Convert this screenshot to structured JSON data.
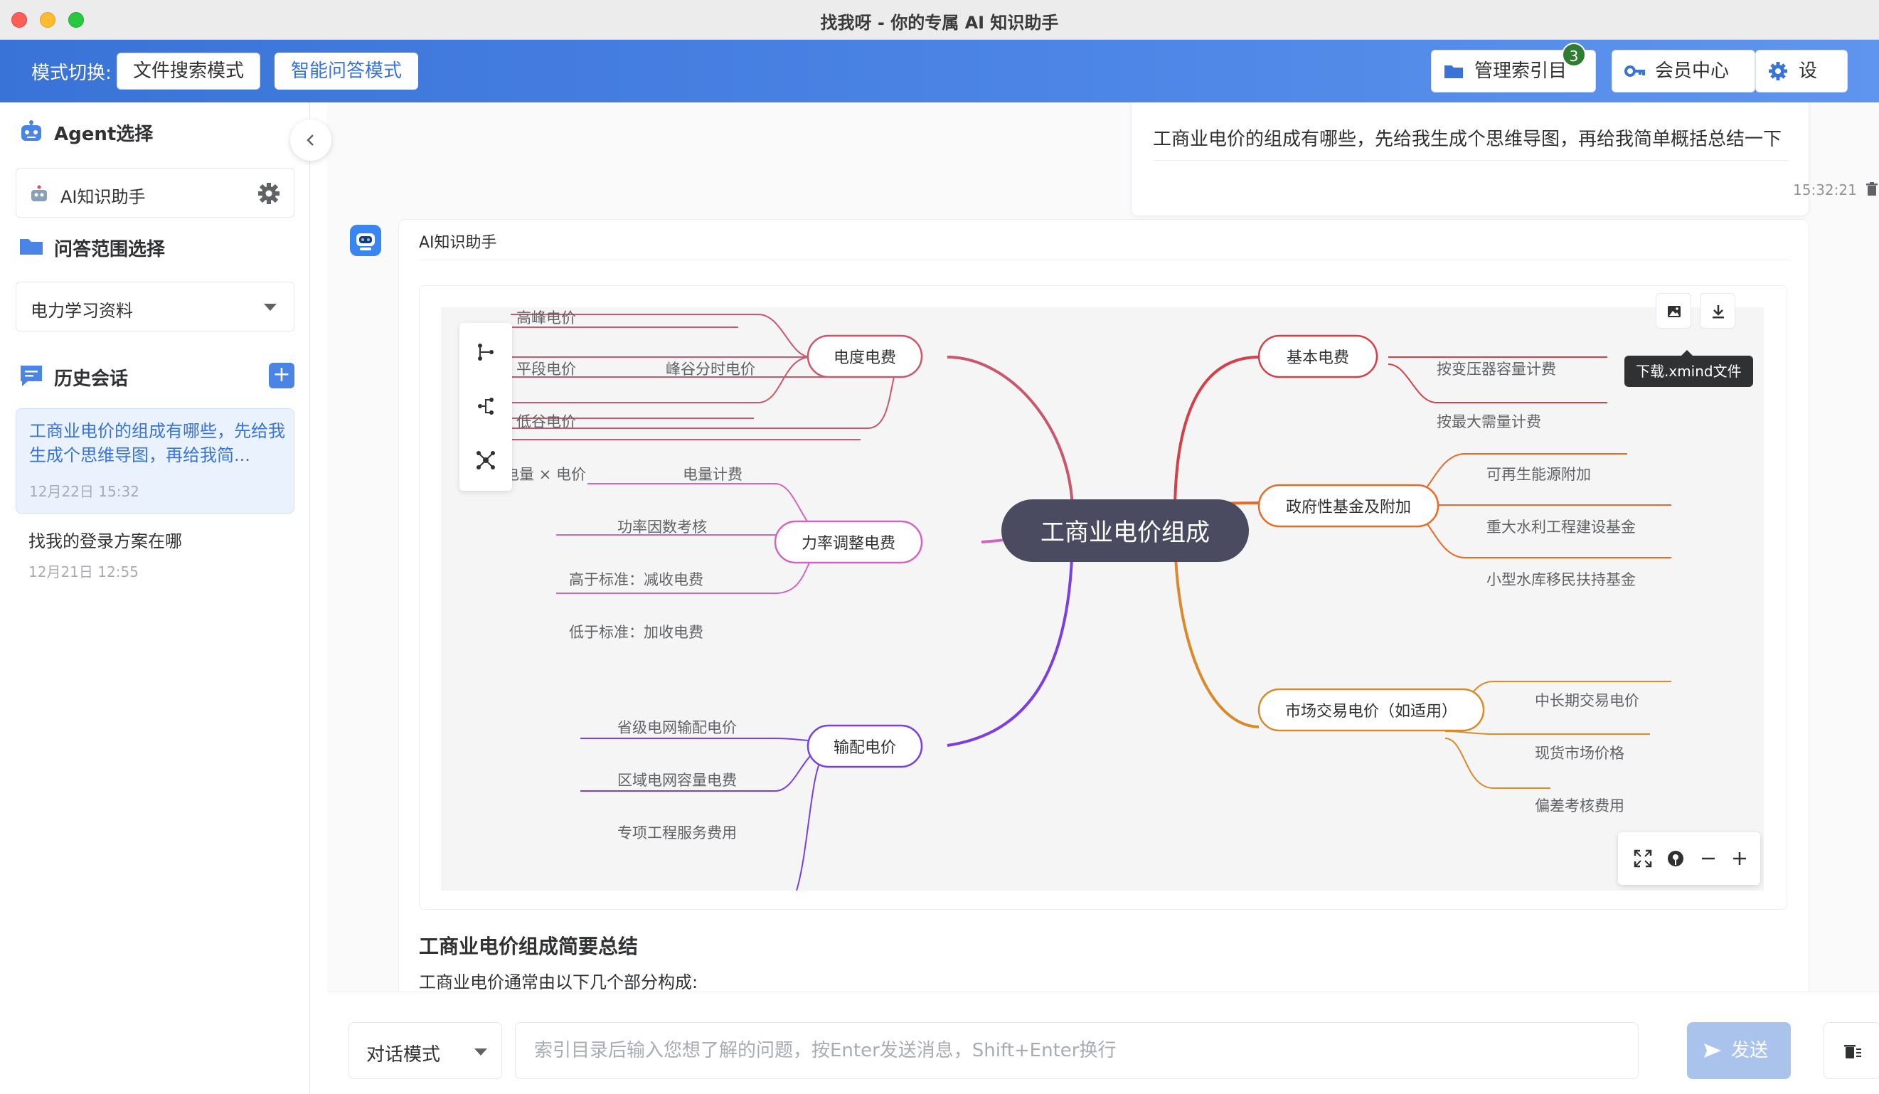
{
  "window": {
    "title": "找我呀 - 你的专属 AI 知识助手"
  },
  "topbar": {
    "mode_label": "模式切换:",
    "mode_file_search": "文件搜索模式",
    "mode_qa": "智能问答模式",
    "manage_index": "管理索引目录",
    "index_badge": "3",
    "member_center": "会员中心",
    "settings": "设置"
  },
  "sidebar": {
    "agent_title": "Agent选择",
    "agent_name": "AI知识助手",
    "scope_title": "问答范围选择",
    "scope_value": "电力学习资料",
    "history_title": "历史会话",
    "history": [
      {
        "title": "工商业电价的组成有哪些，先给我生成个思维导图，再给我简...",
        "time": "12月22日 15:32"
      },
      {
        "title": "找我的登录方案在哪",
        "time": "12月21日 12:55"
      }
    ]
  },
  "chat": {
    "user_message": "工商业电价的组成有哪些，先给我生成个思维导图，再给我简单概括总结一下",
    "user_time": "15:32:21",
    "ai_name": "AI知识助手",
    "download_tooltip": "下载.xmind文件",
    "summary_title": "工商业电价组成简要总结",
    "summary_text": "工商业电价通常由以下几个部分构成:"
  },
  "mindmap": {
    "root": "工商业电价组成",
    "colors": {
      "root_bg": "#4a4b61",
      "b1": "#c8586d",
      "b2": "#d066c4",
      "b3": "#7b3fe0",
      "b4": "#d43f48",
      "b5": "#e86a27",
      "b6": "#d98a2b"
    },
    "b1": {
      "label": "电度电费",
      "sub1": "峰谷分时电价",
      "sub1_leaves": [
        "高峰电价",
        "平段电价",
        "低谷电价"
      ],
      "sub2": "电量计费",
      "sub2_leaf": "实际用电量 × 电价"
    },
    "b2": {
      "label": "力率调整电费",
      "leaves": [
        "功率因数考核",
        "高于标准：减收电费",
        "低于标准：加收电费"
      ]
    },
    "b3": {
      "label": "输配电价",
      "leaves": [
        "省级电网输配电价",
        "区域电网容量电费",
        "专项工程服务费用"
      ]
    },
    "b4": {
      "label": "基本电费",
      "leaves": [
        "按变压器容量计费",
        "按最大需量计费"
      ]
    },
    "b5": {
      "label": "政府性基金及附加",
      "leaves": [
        "可再生能源附加",
        "重大水利工程建设基金",
        "小型水库移民扶持基金"
      ]
    },
    "b6": {
      "label": "市场交易电价（如适用）",
      "leaves": [
        "中长期交易电价",
        "现货市场价格",
        "偏差考核费用"
      ]
    }
  },
  "input": {
    "mode_value": "对话模式",
    "placeholder": "索引目录后输入您想了解的问题，按Enter发送消息，Shift+Enter换行",
    "send": "发送"
  }
}
